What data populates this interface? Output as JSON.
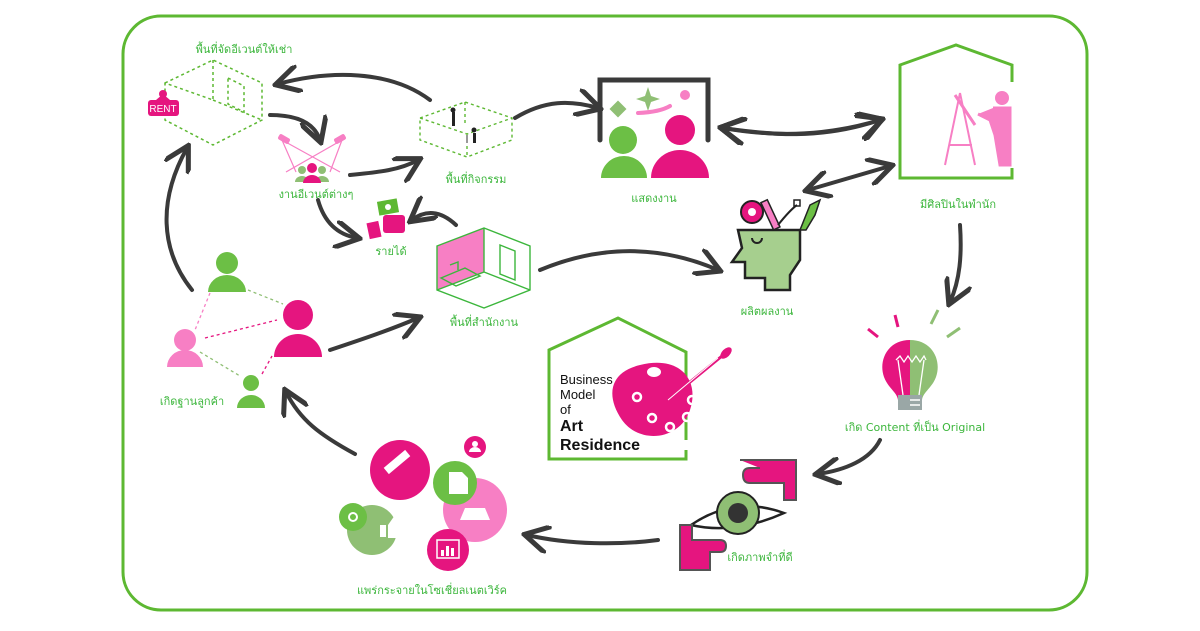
{
  "diagram": {
    "title_lines": [
      "Business",
      "Model",
      "of"
    ],
    "title_bold_lines": [
      "Art",
      "Residence"
    ],
    "colors": {
      "frame": "#5db832",
      "label": "#3cb63c",
      "magenta": "#e5157f",
      "pink": "#f77fc4",
      "green": "#6cbf45",
      "sage": "#8fbf74",
      "arrow": "#3a3a3a"
    },
    "nodes": [
      {
        "id": "rental-space",
        "label": "พื้นที่จัดอีเวนต์ให้เช่า",
        "badge": "RENT"
      },
      {
        "id": "events",
        "label": "งานอีเวนต์ต่างๆ"
      },
      {
        "id": "activity-space",
        "label": "พื้นที่กิจกรรม"
      },
      {
        "id": "income",
        "label": "รายได้"
      },
      {
        "id": "exhibition",
        "label": "แสดงงาน"
      },
      {
        "id": "artist-residence",
        "label": "มีศิลปินในพำนัก"
      },
      {
        "id": "produce-work",
        "label": "ผลิตผลงาน"
      },
      {
        "id": "office-space",
        "label": "พื้นที่สำนักงาน"
      },
      {
        "id": "customer-base",
        "label": "เกิดฐานลูกค้า"
      },
      {
        "id": "original-content",
        "label": "เกิด Content ที่เป็น Original"
      },
      {
        "id": "memorable-image",
        "label": "เกิดภาพจำที่ดี"
      },
      {
        "id": "social-network",
        "label": "แพร่กระจายในโซเชี่ยลเนตเวิร์ค"
      }
    ]
  }
}
